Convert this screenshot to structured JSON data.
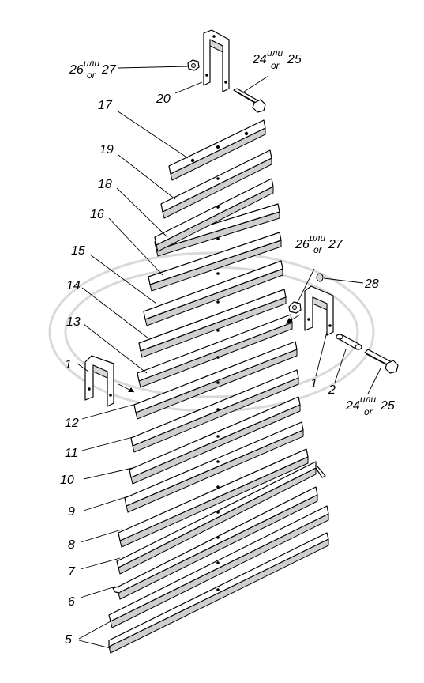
{
  "diagram": {
    "labels": {
      "p26_27_top": {
        "a": "26",
        "b": "или",
        "c": "or",
        "d": "27"
      },
      "p24_25_top": {
        "a": "24",
        "b": "или",
        "c": "or",
        "d": "25"
      },
      "p20": "20",
      "p17": "17",
      "p19": "19",
      "p18": "18",
      "p16": "16",
      "p15": "15",
      "p14": "14",
      "p13": "13",
      "p1_left": "1",
      "p12": "12",
      "p11": "11",
      "p10": "10",
      "p9": "9",
      "p8": "8",
      "p7": "7",
      "p6": "6",
      "p5": "5",
      "p26_27_right": {
        "a": "26",
        "b": "или",
        "c": "or",
        "d": "27"
      },
      "p28": "28",
      "p1_right": "1",
      "p2": "2",
      "p24_25_right": {
        "a": "24",
        "b": "или",
        "c": "or",
        "d": "25"
      }
    },
    "colors": {
      "line": "#000000",
      "background": "#ffffff",
      "watermark": "#d9d9d9"
    }
  }
}
